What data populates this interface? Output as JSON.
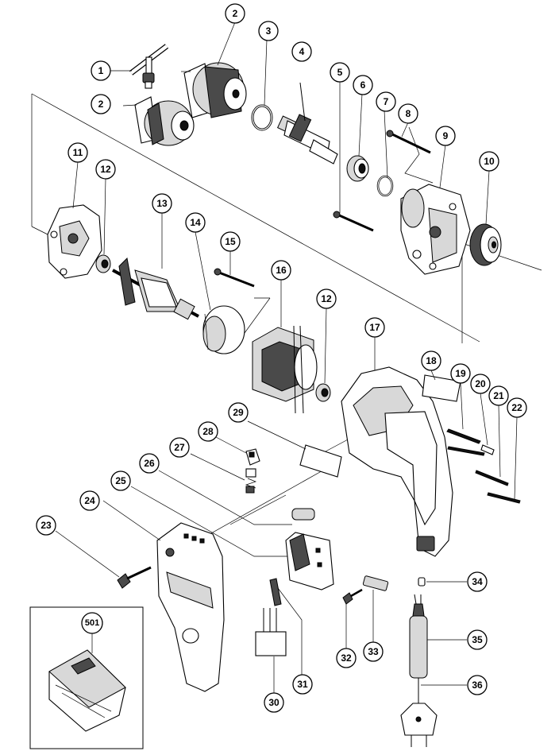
{
  "callouts": [
    {
      "id": "c1",
      "label": "1"
    },
    {
      "id": "c2a",
      "label": "2"
    },
    {
      "id": "c2b",
      "label": "2"
    },
    {
      "id": "c3",
      "label": "3"
    },
    {
      "id": "c4",
      "label": "4"
    },
    {
      "id": "c5",
      "label": "5"
    },
    {
      "id": "c6",
      "label": "6"
    },
    {
      "id": "c7",
      "label": "7"
    },
    {
      "id": "c8",
      "label": "8"
    },
    {
      "id": "c9",
      "label": "9"
    },
    {
      "id": "c10",
      "label": "10"
    },
    {
      "id": "c11",
      "label": "11"
    },
    {
      "id": "c12a",
      "label": "12"
    },
    {
      "id": "c12b",
      "label": "12"
    },
    {
      "id": "c13",
      "label": "13"
    },
    {
      "id": "c14",
      "label": "14"
    },
    {
      "id": "c15",
      "label": "15"
    },
    {
      "id": "c16",
      "label": "16"
    },
    {
      "id": "c17",
      "label": "17"
    },
    {
      "id": "c18",
      "label": "18"
    },
    {
      "id": "c19",
      "label": "19"
    },
    {
      "id": "c20",
      "label": "20"
    },
    {
      "id": "c21",
      "label": "21"
    },
    {
      "id": "c22",
      "label": "22"
    },
    {
      "id": "c23",
      "label": "23"
    },
    {
      "id": "c24",
      "label": "24"
    },
    {
      "id": "c25",
      "label": "25"
    },
    {
      "id": "c26",
      "label": "26"
    },
    {
      "id": "c27",
      "label": "27"
    },
    {
      "id": "c28",
      "label": "28"
    },
    {
      "id": "c29",
      "label": "29"
    },
    {
      "id": "c30",
      "label": "30"
    },
    {
      "id": "c31",
      "label": "31"
    },
    {
      "id": "c32",
      "label": "32"
    },
    {
      "id": "c33",
      "label": "33"
    },
    {
      "id": "c34",
      "label": "34"
    },
    {
      "id": "c35",
      "label": "35"
    },
    {
      "id": "c36",
      "label": "36"
    },
    {
      "id": "c501",
      "label": "501"
    }
  ]
}
